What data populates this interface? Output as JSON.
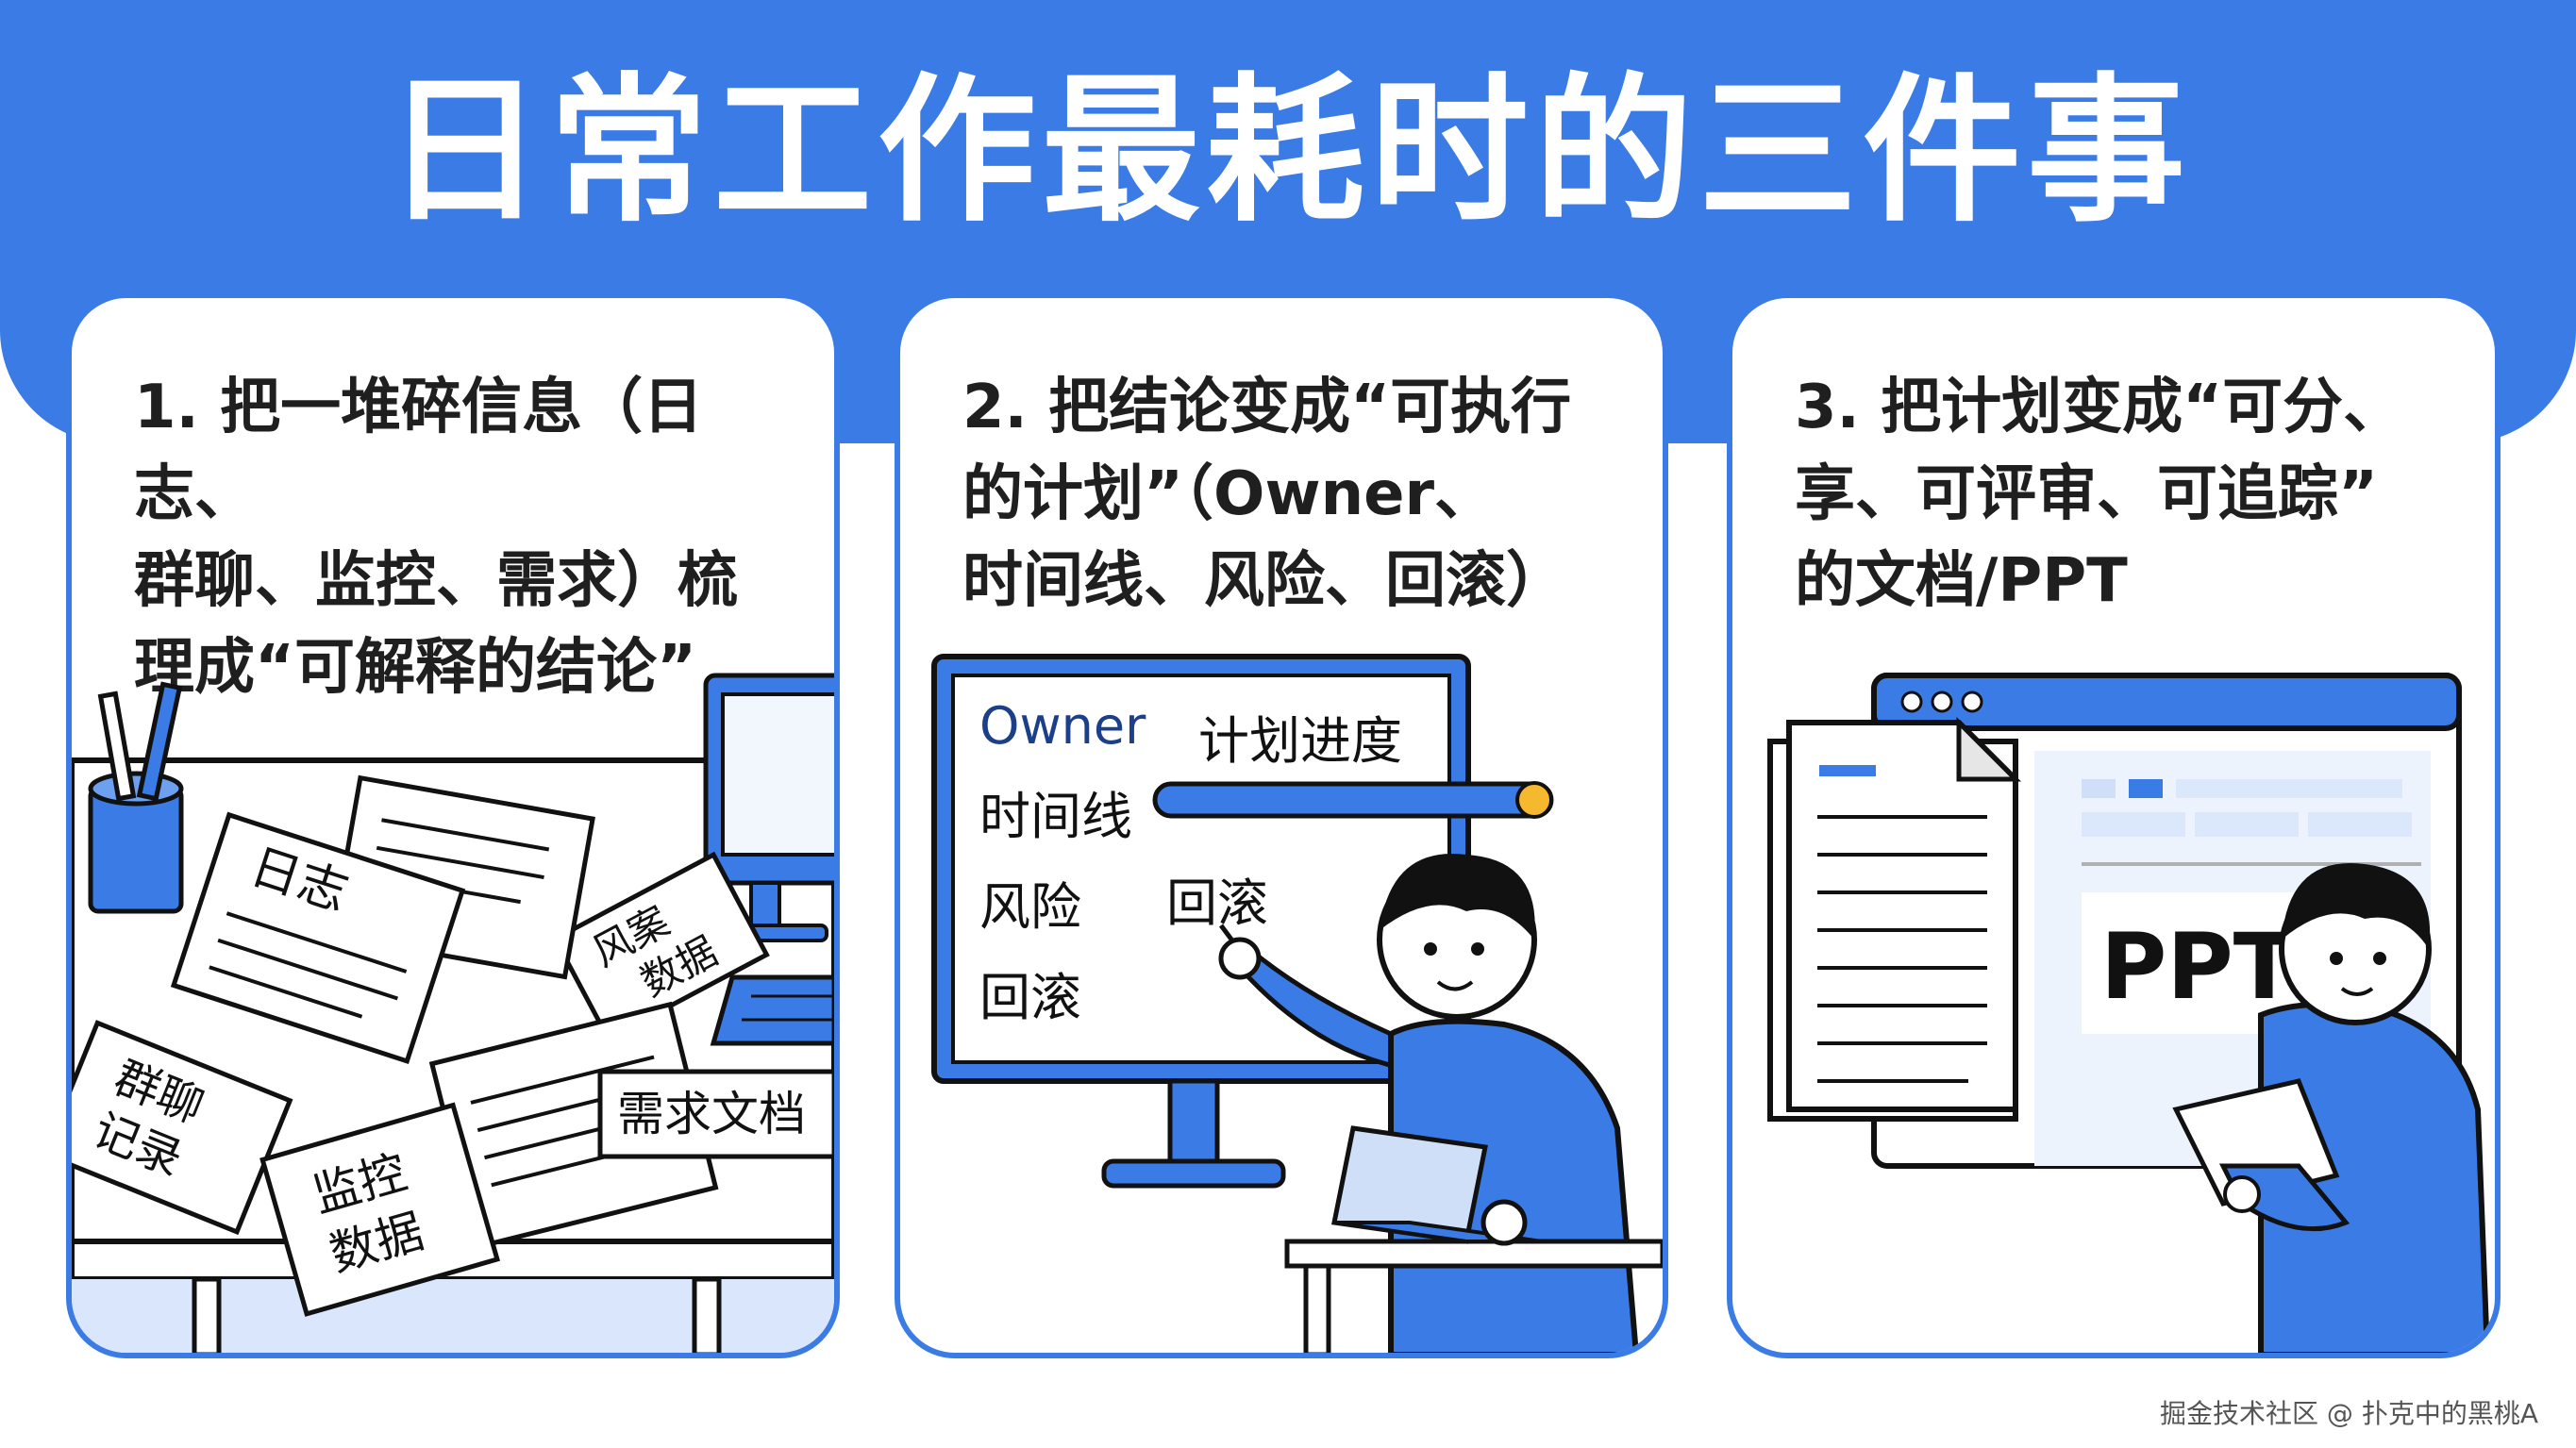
{
  "title": "日常工作最耗时的三件事",
  "colors": {
    "primary": "#3b7be6",
    "card_border": "#3b7be6",
    "text": "#1f1f1f",
    "accent_yellow": "#f5b82e"
  },
  "cards": [
    {
      "lines": [
        "1. 把一堆碎信息（日志、",
        "群聊、监控、需求）梳",
        "理成“可解释的结论”"
      ],
      "illustration": {
        "icons": [
          "desk-icon",
          "pen-holder-icon",
          "monitor-icon",
          "keyboard-icon"
        ],
        "papers": {
          "log": "日志",
          "risk": [
            "风案",
            "数据"
          ],
          "chat": [
            "群聊",
            "记录"
          ],
          "monitor": [
            "监控",
            "数据"
          ],
          "requirement": "需求文档"
        }
      }
    },
    {
      "lines": [
        "2. 把结论变成“可执行",
        "的计划”（Owner、",
        "时间线、风险、回滚）"
      ],
      "illustration": {
        "icons": [
          "presentation-screen-icon",
          "presenter-icon",
          "laptop-icon",
          "progress-bar-icon"
        ],
        "board_items": [
          "Owner",
          "时间线",
          "风险",
          "回滚"
        ],
        "progress_label": "计划进度",
        "rollback_label": "回滚"
      }
    },
    {
      "lines": [
        "3. 把计划变成“可分、",
        "享、可评审、可追踪”",
        "的文档/PPT"
      ],
      "illustration": {
        "icons": [
          "browser-window-icon",
          "document-icon",
          "reader-icon"
        ],
        "ppt_label": "PPT"
      }
    }
  ],
  "watermark": "掘金技术社区 @ 扑克中的黑桃A"
}
